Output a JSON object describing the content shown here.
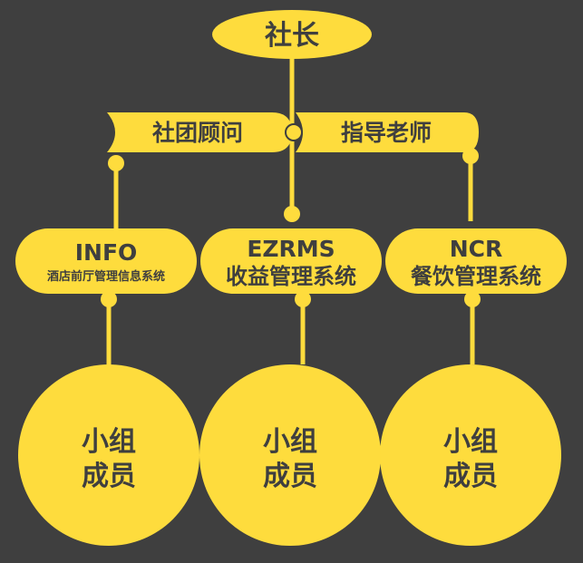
{
  "colors": {
    "background": "#3f3f3f",
    "accent": "#fedc3d",
    "text": "#3f3f3f"
  },
  "president": {
    "label": "社长"
  },
  "advisors": {
    "left": "社团顾问",
    "right": "指导老师"
  },
  "groups": [
    {
      "title": "INFO",
      "subtitle": "酒店前厅管理信息系统",
      "members": [
        "小组",
        "成员"
      ]
    },
    {
      "title": "EZRMS",
      "subtitle": "收益管理系统",
      "members": [
        "小组",
        "成员"
      ]
    },
    {
      "title": "NCR",
      "subtitle": "餐饮管理系统",
      "members": [
        "小组",
        "成员"
      ]
    }
  ]
}
